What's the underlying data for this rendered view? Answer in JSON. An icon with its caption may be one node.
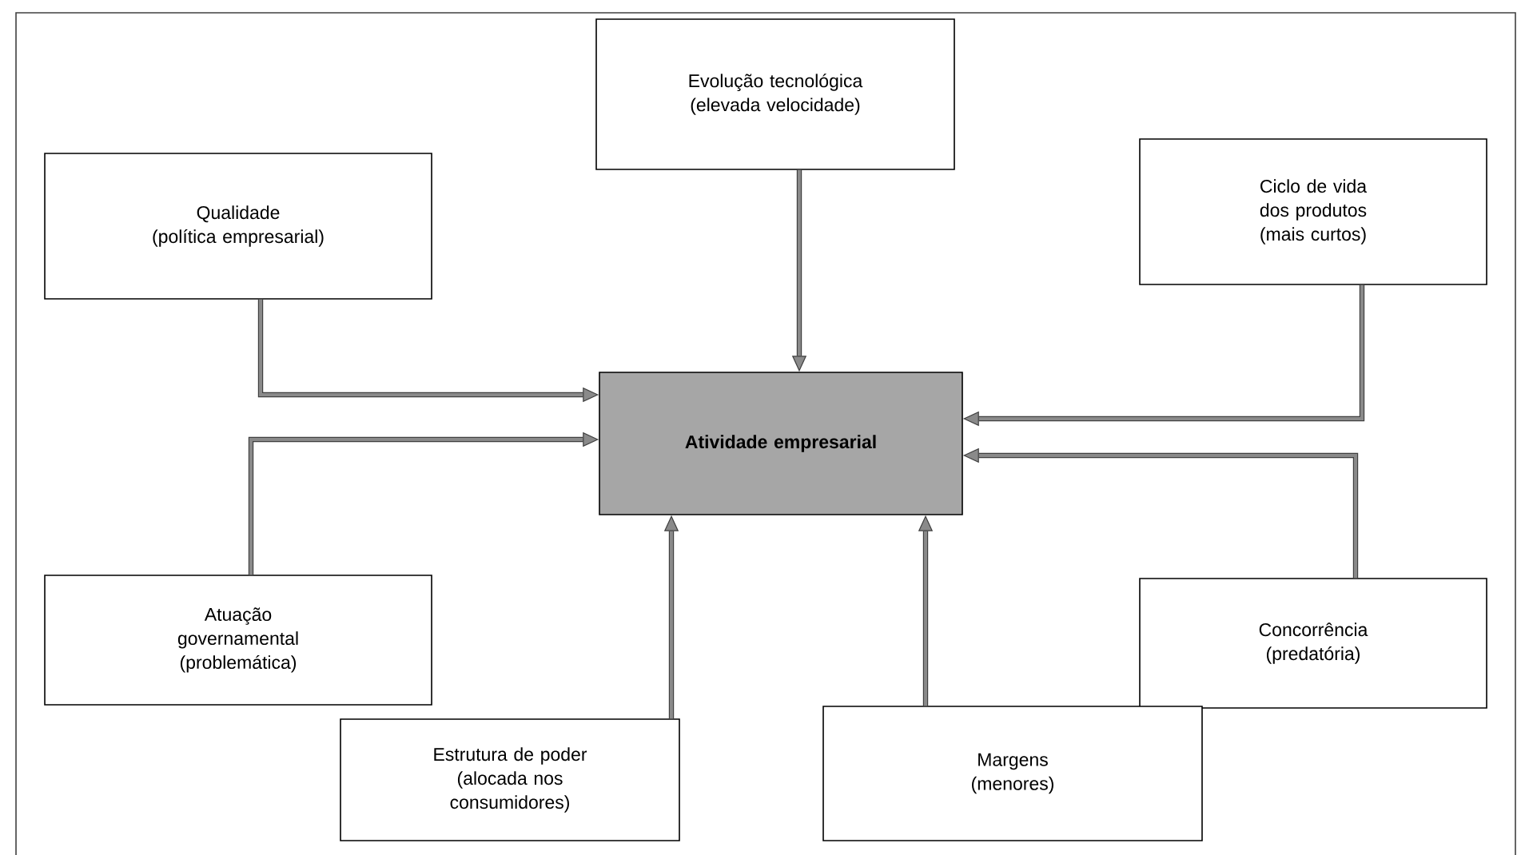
{
  "diagram": {
    "nodes": [
      {
        "text": [
          "Evolução tecnológica",
          "(elevada velocidade)"
        ]
      },
      {
        "text": [
          "Qualidade",
          "(política empresarial)"
        ]
      },
      {
        "text": [
          "Ciclo de vida dos produtos",
          "(mais curtos)"
        ]
      },
      {
        "text": [
          "Atividade empresarial"
        ]
      },
      {
        "text": [
          "Atuação governamental",
          "(problemática)"
        ]
      },
      {
        "text": [
          "Concorrência",
          "(predatória)"
        ]
      },
      {
        "text": [
          "Estrutura de poder",
          "(alocada nos consumidores)"
        ]
      },
      {
        "text": [
          "Margens",
          "(menores)"
        ]
      }
    ],
    "edges": [
      {
        "from": 0,
        "to": 3,
        "arrow": "to"
      },
      {
        "from": 1,
        "to": 3,
        "arrow": "to"
      },
      {
        "from": 2,
        "to": 3,
        "arrow": "to"
      },
      {
        "from": 4,
        "to": 3,
        "arrow": "to"
      },
      {
        "from": 5,
        "to": 3,
        "arrow": "to"
      },
      {
        "from": 6,
        "to": 3,
        "arrow": "to"
      },
      {
        "from": 7,
        "to": 3,
        "arrow": "to"
      }
    ]
  }
}
